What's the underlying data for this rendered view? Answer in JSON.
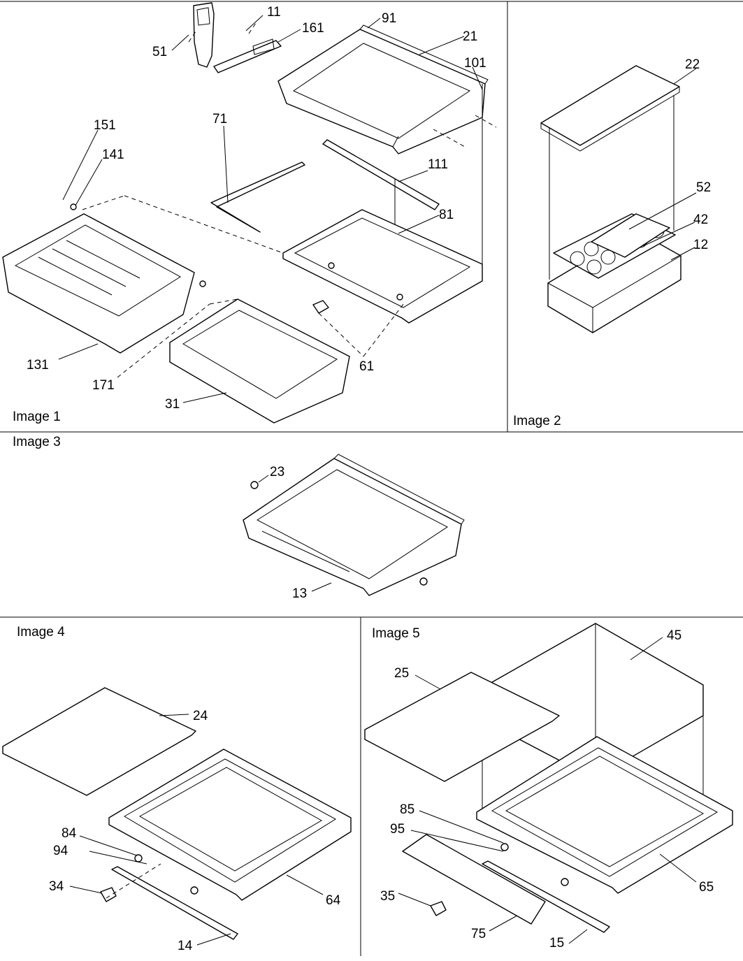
{
  "panels": {
    "p1": "Image 1",
    "p2": "Image 2",
    "p3": "Image 3",
    "p4": "Image 4",
    "p5": "Image 5"
  },
  "callouts": {
    "c11": "11",
    "c161": "161",
    "c51": "51",
    "c91": "91",
    "c21": "21",
    "c101": "101",
    "c151": "151",
    "c141": "141",
    "c71": "71",
    "c111": "111",
    "c81": "81",
    "c131": "131",
    "c171": "171",
    "c61": "61",
    "c31": "31",
    "c22": "22",
    "c52": "52",
    "c42": "42",
    "c12": "12",
    "c23": "23",
    "c13": "13",
    "c24": "24",
    "c84": "84",
    "c94": "94",
    "c34": "34",
    "c64": "64",
    "c14": "14",
    "c45": "45",
    "c25": "25",
    "c85": "85",
    "c95": "95",
    "c35": "35",
    "c65": "65",
    "c75": "75",
    "c15": "15"
  }
}
